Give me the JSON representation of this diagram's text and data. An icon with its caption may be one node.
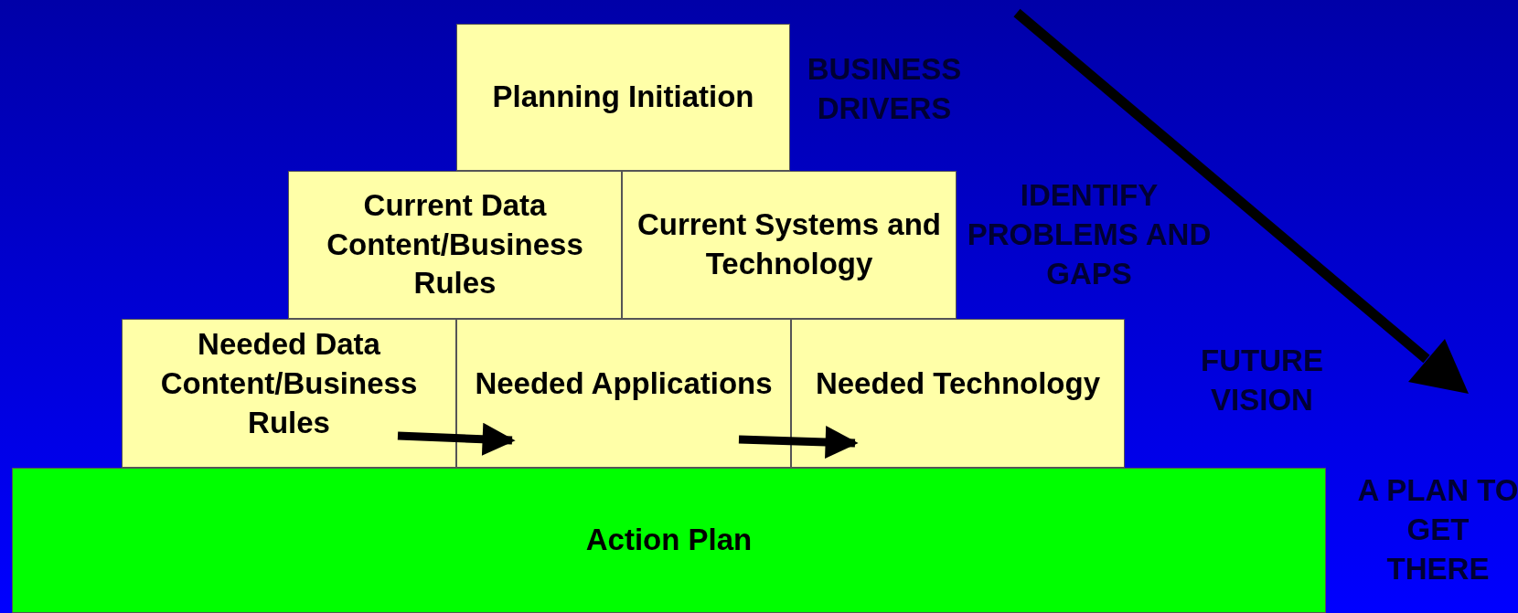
{
  "diagram": {
    "nodes": [
      {
        "text": [
          "Planning Initiation"
        ]
      },
      {
        "text": [
          "Current Data Content/Business Rules"
        ]
      },
      {
        "text": [
          "Current Systems and Technology"
        ]
      },
      {
        "text": [
          "Needed Data Content/Business Rules"
        ]
      },
      {
        "text": [
          "Needed Applications"
        ]
      },
      {
        "text": [
          "Needed Technology"
        ]
      },
      {
        "text": [
          "Action Plan"
        ]
      }
    ],
    "edges": [
      {
        "from": 3,
        "to": 4,
        "arrow": "to"
      },
      {
        "from": 4,
        "to": 5,
        "arrow": "to"
      }
    ],
    "labels": [
      "BUSINESS DRIVERS",
      "IDENTIFY PROBLEMS AND GAPS",
      "FUTURE VISION",
      "A PLAN TO GET THERE"
    ]
  }
}
